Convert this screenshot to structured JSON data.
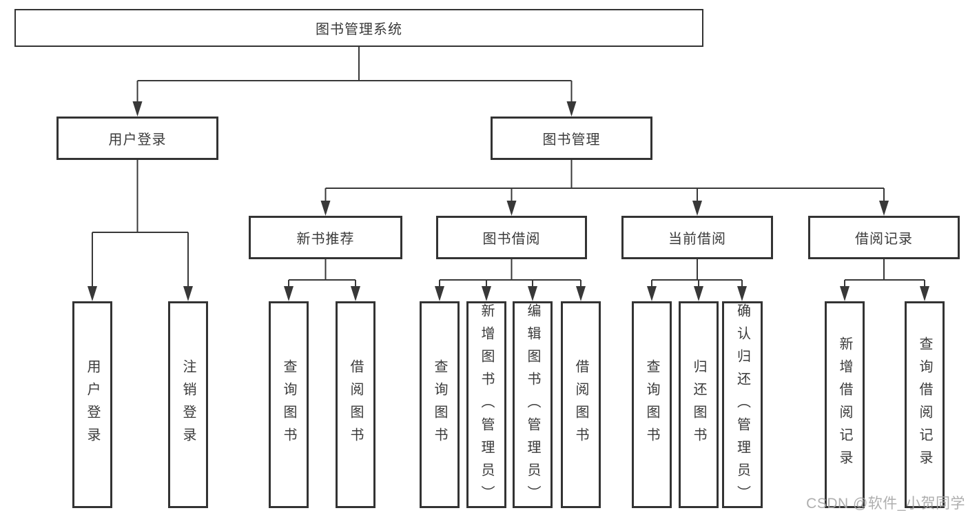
{
  "tree": {
    "root": {
      "label": "图书管理系统",
      "children": [
        {
          "label": "用户登录",
          "children": [
            {
              "label": "用户登录"
            },
            {
              "label": "注销登录"
            }
          ]
        },
        {
          "label": "图书管理",
          "children": [
            {
              "label": "新书推荐",
              "children": [
                {
                  "label": "查询图书"
                },
                {
                  "label": "借阅图书"
                }
              ]
            },
            {
              "label": "图书借阅",
              "children": [
                {
                  "label": "查询图书"
                },
                {
                  "label": "新增图书（管理员）"
                },
                {
                  "label": "编辑图书（管理员）"
                },
                {
                  "label": "借阅图书"
                }
              ]
            },
            {
              "label": "当前借阅",
              "children": [
                {
                  "label": "查询图书"
                },
                {
                  "label": "归还图书"
                },
                {
                  "label": "确认归还（管理员）"
                }
              ]
            },
            {
              "label": "借阅记录",
              "children": [
                {
                  "label": "新增借阅记录"
                },
                {
                  "label": "查询借阅记录"
                }
              ]
            }
          ]
        }
      ]
    }
  },
  "watermark": "CSDN @软件_小贺同学",
  "colors": {
    "line": "#383838",
    "box_border": "#333333",
    "text": "#3a3a3a",
    "watermark": "#a6a6a6",
    "background": "#ffffff"
  }
}
